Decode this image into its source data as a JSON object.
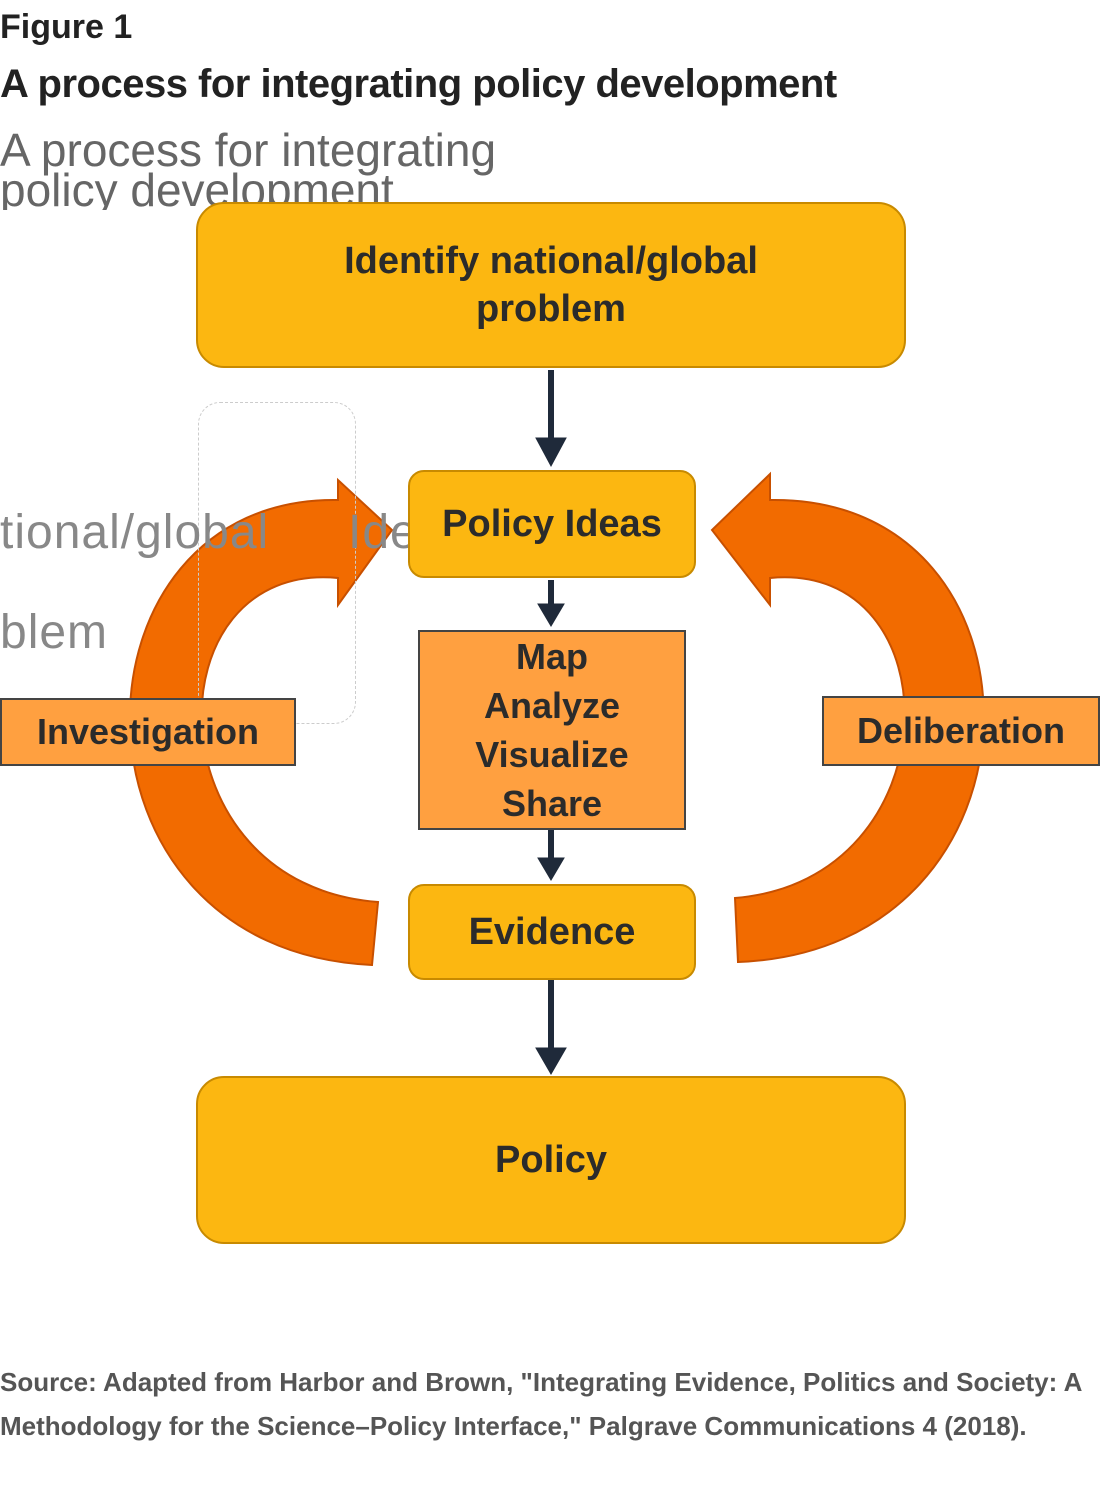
{
  "figure": {
    "label": "Figure 1",
    "title": "A process for integrating policy development",
    "ghost_title": "A process for integrating policy development"
  },
  "nodes": {
    "problem": "Identify national/global problem",
    "policy_ideas": "Policy Ideas",
    "actions": [
      "Map",
      "Analyze",
      "Visualize",
      "Share"
    ],
    "evidence": "Evidence",
    "policy": "Policy"
  },
  "cycle_labels": {
    "left": "Investigation",
    "right": "Deliberation"
  },
  "ghost_fragments": {
    "left_top": "tional/global",
    "left_bottom": "blem",
    "center": "Identify n"
  },
  "source": "Source: Adapted from Harbor and Brown, \"Integrating Evidence, Politics and Society: A Methodology for the Science–Policy Interface,\" Palgrave Communications 4 (2018).",
  "colors": {
    "box_fill": "#fcb711",
    "arc_fill": "#f26b00",
    "label_fill": "#ffa040",
    "connector": "#1f2a3a"
  }
}
